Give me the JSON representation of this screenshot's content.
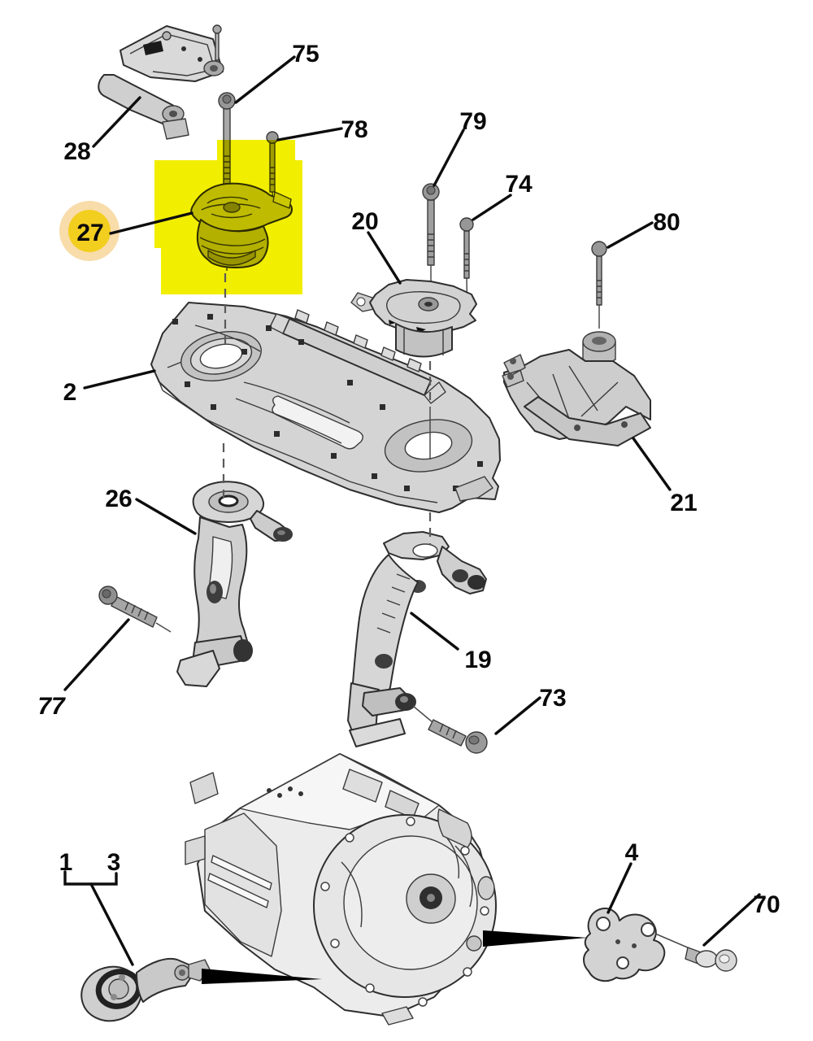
{
  "colors": {
    "background": "#ffffff",
    "highlight": "#f2ee00",
    "badge_outer": "#f8dcaa",
    "badge_inner": "#f2ce1e",
    "leader_line": "#0d0d0d",
    "part_fill": "#d4d4d4",
    "wedge": "#000000"
  },
  "selected_ref": "27",
  "callouts": [
    {
      "ref": "28"
    },
    {
      "ref": "75"
    },
    {
      "ref": "78"
    },
    {
      "ref": "79"
    },
    {
      "ref": "74"
    },
    {
      "ref": "80"
    },
    {
      "ref": "27"
    },
    {
      "ref": "20"
    },
    {
      "ref": "2"
    },
    {
      "ref": "21"
    },
    {
      "ref": "26"
    },
    {
      "ref": "19"
    },
    {
      "ref": "77"
    },
    {
      "ref": "73"
    },
    {
      "ref": "1"
    },
    {
      "ref": "3"
    },
    {
      "ref": "4"
    },
    {
      "ref": "70"
    }
  ]
}
